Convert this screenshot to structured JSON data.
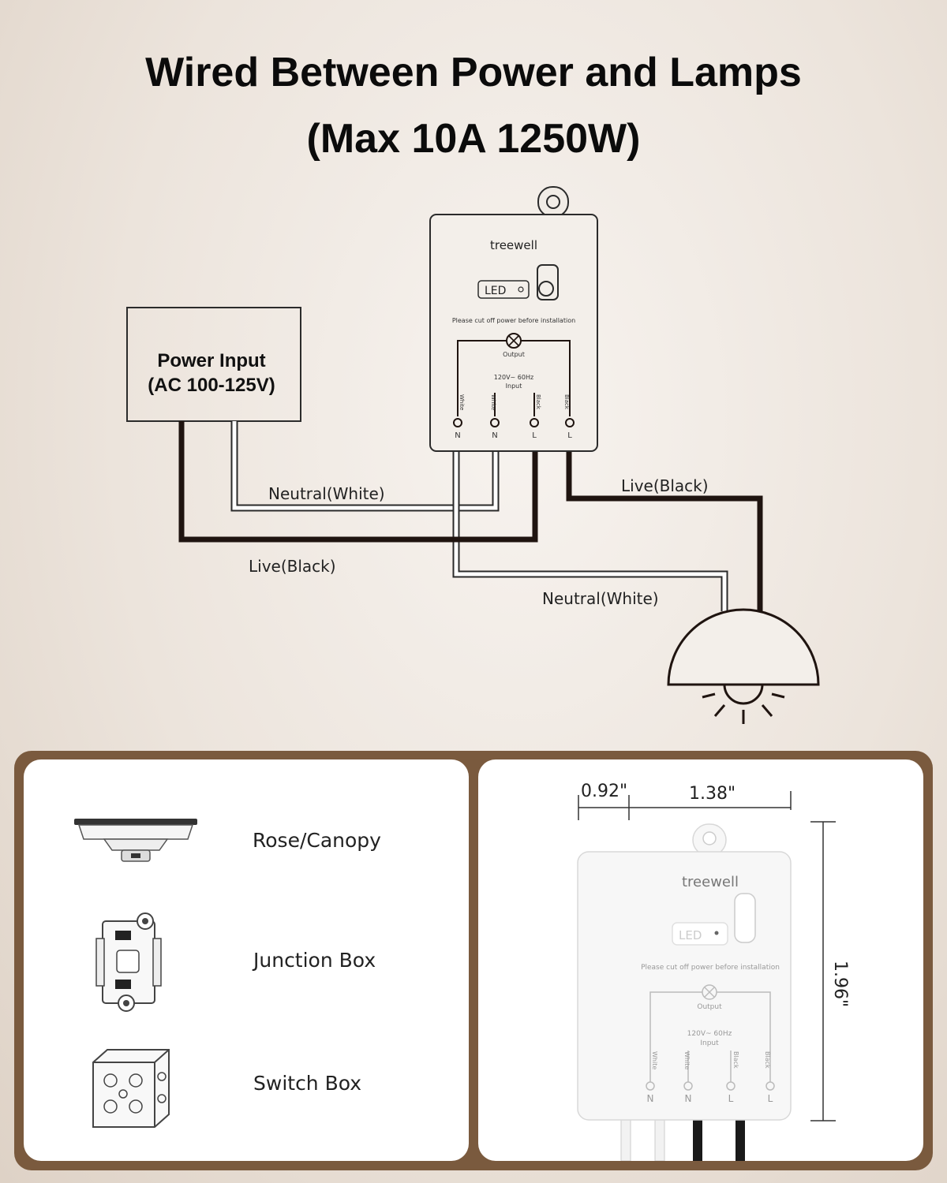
{
  "title": {
    "line1": "Wired Between Power and Lamps",
    "line2": "(Max 10A 1250W)"
  },
  "power_input": {
    "line1": "Power Input",
    "line2": "(AC 100-125V)"
  },
  "wire_labels": {
    "neutral_in": "Neutral(White)",
    "live_in": "Live(Black)",
    "live_out": "Live(Black)",
    "neutral_out": "Neutral(White)"
  },
  "device": {
    "brand": "treewell",
    "led": "LED",
    "warning": "Please cut off power before installation",
    "output": "Output",
    "rating": "120V~ 60Hz",
    "input": "Input",
    "terminal_wires": [
      "White",
      "White",
      "Black",
      "Black"
    ],
    "terminal_letters": [
      "N",
      "N",
      "L",
      "L"
    ]
  },
  "mounting": {
    "items": [
      {
        "label": "Rose/Canopy",
        "icon": "rose-canopy-icon"
      },
      {
        "label": "Junction Box",
        "icon": "junction-box-icon"
      },
      {
        "label": "Switch Box",
        "icon": "switch-box-icon"
      }
    ]
  },
  "dimensions": {
    "depth": "0.92\"",
    "width": "1.38\"",
    "height": "1.96\""
  },
  "colors": {
    "frame": "#7a5a3e",
    "wire_black": "#1f1410",
    "wire_white": "#ffffff"
  }
}
